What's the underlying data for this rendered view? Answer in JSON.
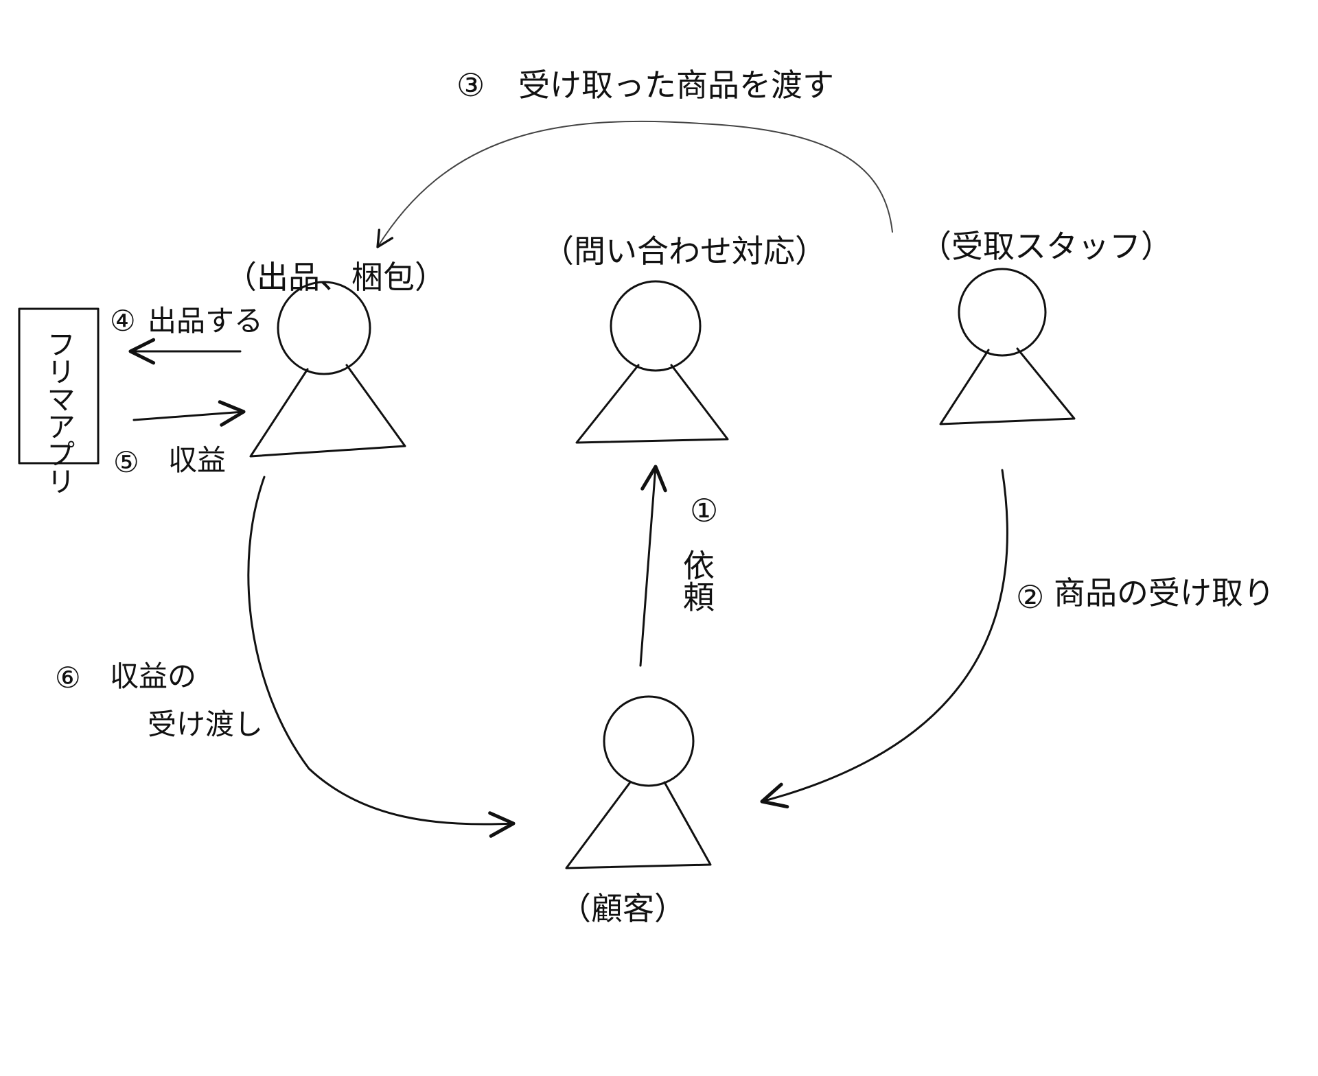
{
  "roles": {
    "listing": "（出品、梱包）",
    "inquiry": "（問い合わせ対応）",
    "pickup": "（受取スタッフ）",
    "customer": "（顧客）"
  },
  "app_box": {
    "label": "フリマアプリ"
  },
  "steps": {
    "s1_num": "①",
    "s1_label": "依頼",
    "s2_num": "②",
    "s2_label": "商品の受け取り",
    "s3_num": "③",
    "s3_label": "受け取った商品を渡す",
    "s4_num": "④",
    "s4_label": "出品する",
    "s5_num": "⑤",
    "s5_label": "収益",
    "s6_num": "⑥",
    "s6_line1": "収益の",
    "s6_line2": "受け渡し"
  }
}
